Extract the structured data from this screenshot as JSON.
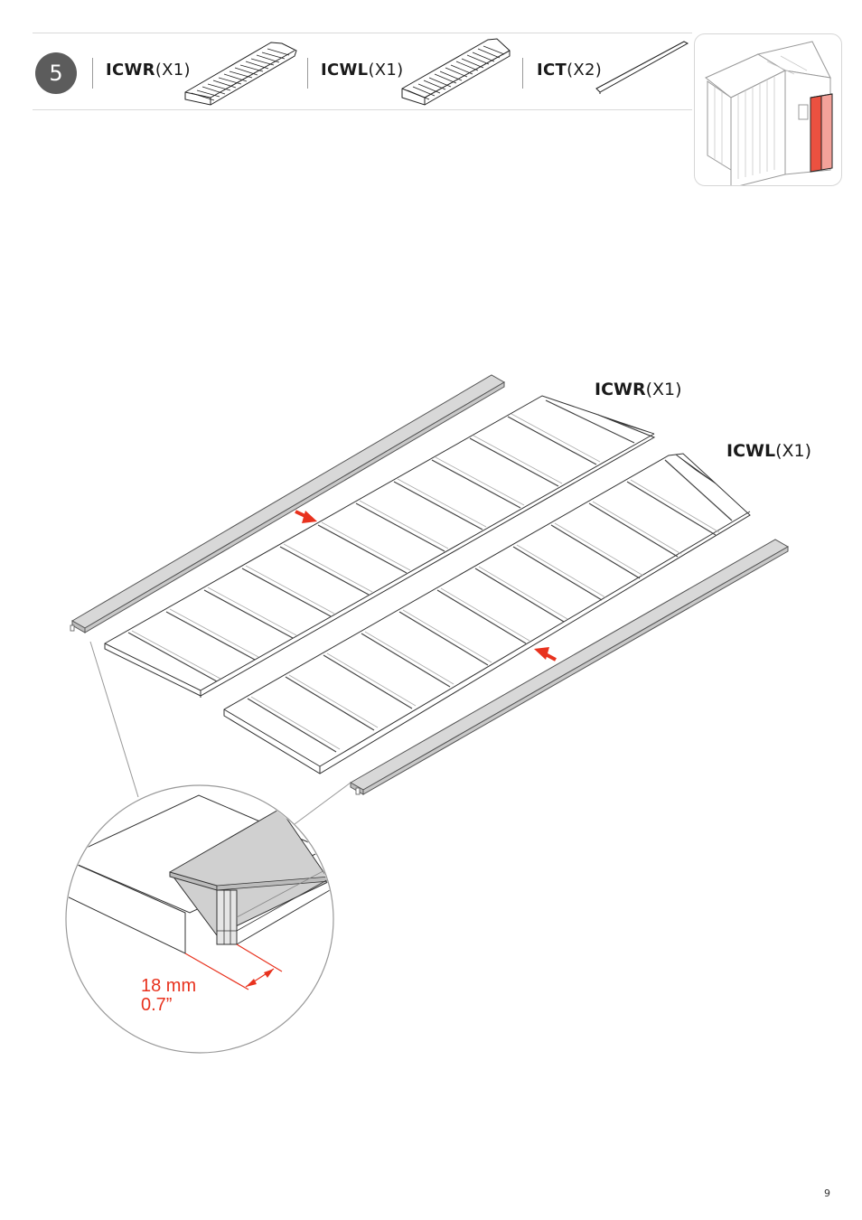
{
  "step": {
    "number": "5"
  },
  "parts": [
    {
      "code": "ICWR",
      "qty": "(X1)"
    },
    {
      "code": "ICWL",
      "qty": "(X1)"
    },
    {
      "code": "ICT",
      "qty": "(X2)"
    }
  ],
  "diagram": {
    "labels": [
      {
        "code": "ICWR",
        "qty": "(X1)"
      },
      {
        "code": "ICWL",
        "qty": "(X1)"
      }
    ],
    "dimension": {
      "metric": "18 mm",
      "imperial": "0.7”"
    },
    "arrow_color": "#e8321e",
    "highlight_color": "#e8321e"
  },
  "page": {
    "number": "9"
  }
}
